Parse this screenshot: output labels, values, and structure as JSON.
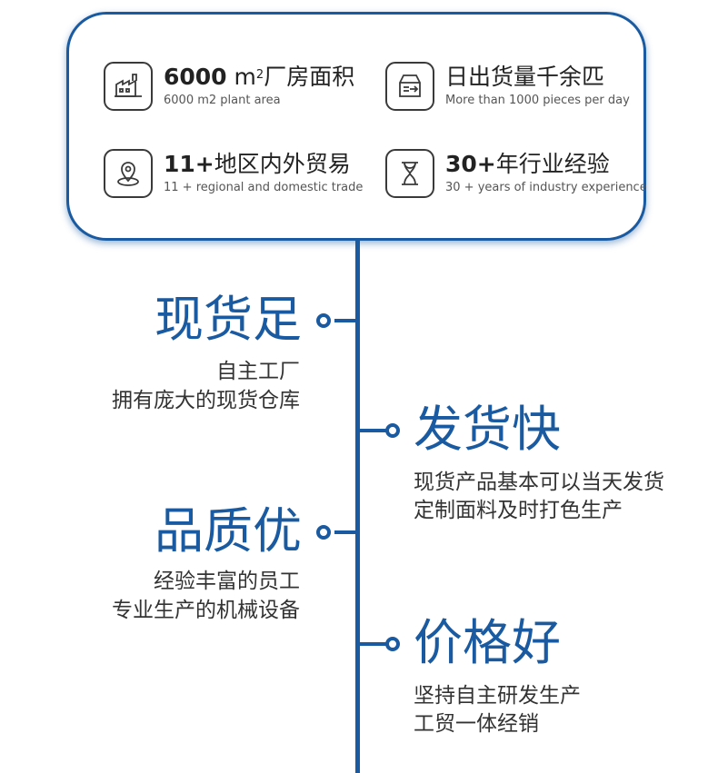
{
  "stats": [
    {
      "number": "6000",
      "unit": "m",
      "unit_sup": "2",
      "label": "厂房面积",
      "subtitle": "6000 m2 plant area",
      "icon": "factory-icon"
    },
    {
      "number": "",
      "unit": "",
      "unit_sup": "",
      "label": "日出货量千余匹",
      "subtitle": "More than 1000 pieces per day",
      "icon": "delivery-box-icon"
    },
    {
      "number": "11+",
      "unit": "",
      "unit_sup": "",
      "label": "地区内外贸易",
      "subtitle": "11 + regional and domestic trade",
      "icon": "location-pin-icon"
    },
    {
      "number": "30+",
      "unit": "",
      "unit_sup": "",
      "label": "年行业经验",
      "subtitle": "30 + years of industry experience",
      "icon": "hourglass-icon"
    }
  ],
  "features": [
    {
      "title": "现货足",
      "lines": [
        "自主工厂",
        "拥有庞大的现货仓库"
      ]
    },
    {
      "title": "发货快",
      "lines": [
        "现货产品基本可以当天发货",
        "定制面料及时打色生产"
      ]
    },
    {
      "title": "品质优",
      "lines": [
        "经验丰富的员工",
        "专业生产的机械设备"
      ]
    },
    {
      "title": "价格好",
      "lines": [
        "坚持自主研发生产",
        "工贸一体经销"
      ]
    }
  ],
  "colors": {
    "accent": "#1a5aa0",
    "text": "#333333"
  }
}
